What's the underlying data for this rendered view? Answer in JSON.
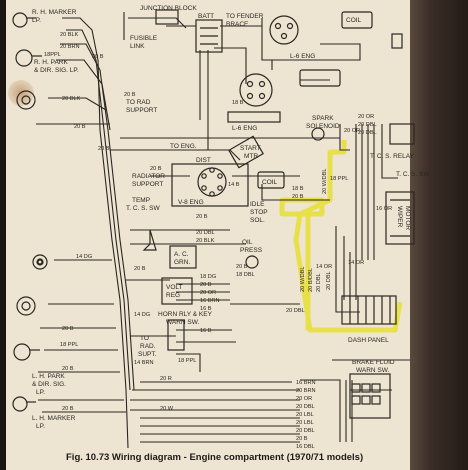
{
  "figure": {
    "caption": "Fig. 10.73 Wiring diagram - Engine compartment (1970/71 models)"
  },
  "diagram": {
    "components": {
      "rh_marker": "R. H. MARKER",
      "rh_marker_lp": "LP.",
      "rh_park": "R. H. PARK",
      "rh_dir_sig": "& DIR. SIG. LP.",
      "junction_block": "JUNCTION BLOCK",
      "fusible_link": "FUSIBLE",
      "fusible_link2": "LINK",
      "batt": "BATT",
      "to_fender": "TO FENDER",
      "to_fender2": "BRACE",
      "coil_top": "COIL",
      "l6_eng_top": "L-6 ENG",
      "l6_eng_mid": "L-6 ENG",
      "to_rad_support": "TO RAD",
      "to_rad_support2": "SUPPORT",
      "to_eng": "TO ENG.",
      "spark_solenoid": "SPARK",
      "spark_solenoid2": "SOLENOID",
      "tcs_relay": "T. C. S. RELAY",
      "tcs_sw": "T. C. S. SW",
      "radiator_support": "RADIATOR",
      "radiator_support2": "SUPPORT",
      "dist": "DIST",
      "v8_eng": "V-8 ENG",
      "start_mtr": "START",
      "start_mtr2": "MTR",
      "coil_mid": "COIL",
      "idle_stop": "IDLE",
      "idle_stop2": "STOP",
      "idle_stop3": "SOL.",
      "temp": "TEMP",
      "temp2": "T. C. S. SW",
      "wiper_motor": "WIPER",
      "wiper_motor2": "MOTOR",
      "oil_press": "OIL",
      "oil_press2": "PRESS",
      "ac_grn": "A. C.",
      "ac_grn2": "GRN.",
      "volt_reg": "VOLT",
      "volt_reg2": "REG",
      "horn_rly": "HORN RLY & KEY",
      "horn_rly2": "WARN SW.",
      "to_rad_supt": "TO",
      "to_rad_supt2": "RAD.",
      "to_rad_supt3": "SUPT.",
      "dash_panel": "DASH PANEL",
      "brake_fluid": "BRAKE FLUID",
      "brake_fluid2": "WARN SW.",
      "lh_park": "L. H. PARK",
      "lh_dir_sig": "& DIR. SIG.",
      "lh_dir_sig2": "LP.",
      "lh_marker": "L. H. MARKER",
      "lh_marker2": "LP."
    },
    "wire_labels": {
      "w1": "20 BLK",
      "w2": "20 BRN",
      "w3": "18PPL",
      "w4": "20 B",
      "w5": "20 BLK",
      "w6": "20 B",
      "w7": "18 B",
      "w8": "20 DBL",
      "w9": "20 OR",
      "w10": "18 B",
      "w11": "20 B",
      "w12": "20 B",
      "w13": "14 DG",
      "w14": "20 DBL",
      "w15": "20 BLK",
      "w16": "20 B",
      "w17": "18 DG",
      "w18": "20 B",
      "w19": "20 OR",
      "w20": "16 BRN",
      "w21": "16 B",
      "w22": "20 B",
      "w23": "18 DBL",
      "w24": "14 OR",
      "w25": "20 DBL",
      "w26": "16 B",
      "w27": "18 PPL",
      "w28": "20 B",
      "w29": "20 B",
      "w30": "20 B",
      "w31": "16 BRN",
      "w32": "20 BRN",
      "w33": "20 OR",
      "w34": "20 DBL",
      "w35": "20 LBL",
      "w36": "20 LBL",
      "w37": "20 DBL",
      "w38": "20 B",
      "w39": "20 DBL",
      "w40": "20 OR",
      "w41": "16 DBL",
      "w42": "20 W",
      "w43": "20 R",
      "w44": "14 DG",
      "w45": "20 B",
      "w46": "20 B",
      "w47": "20 B",
      "w48": "16 OR",
      "w49": "14 BRN",
      "w50": "18 PPL",
      "w51": "14 B",
      "w52": "18 PPL",
      "w53": "20 W/DBL",
      "w54": "20 DBL",
      "w55": "20 B/DBL",
      "w56": "20 W/DBL",
      "w57": "20 DBL",
      "w58": "14 OR"
    },
    "colors": {
      "paper": "#ede5d2",
      "ink": "#2b2622",
      "highlight": "#e8e034"
    }
  }
}
